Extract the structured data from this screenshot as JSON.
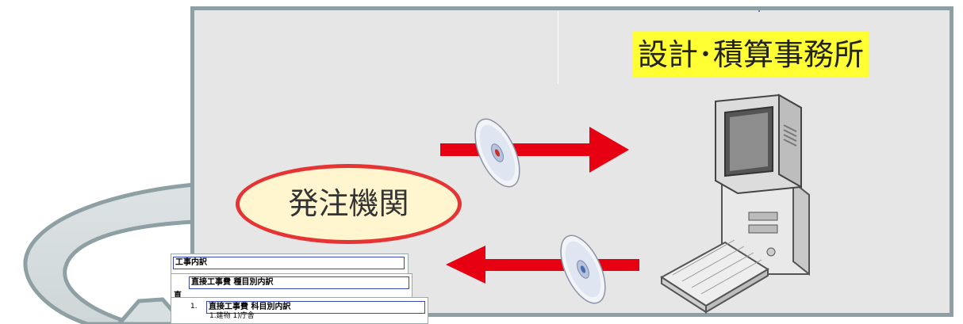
{
  "office_label": "設計･積算事務所",
  "agency_label": "発注機関",
  "documents": {
    "doc1_title": "工事内訳",
    "doc2_title": "直接工事費 種目別内訳",
    "doc2_side": "直",
    "doc3_number": "1.",
    "doc3_title": "直接工事費 科目別内訳",
    "doc3_sub": "1.建物 1)庁舎"
  },
  "colors": {
    "panel_bg": "#e6e6e6",
    "panel_border": "#8ea0a4",
    "arrow_red": "#e60012",
    "label_highlight": "#ffff33",
    "oval_fill": "#fff6cf",
    "oval_border": "#e63333"
  },
  "icons": [
    "cd-disc-icon",
    "cd-disc-icon",
    "desktop-computer-icon",
    "right-arrow-icon",
    "left-arrow-icon",
    "return-loop-arrow-icon"
  ]
}
